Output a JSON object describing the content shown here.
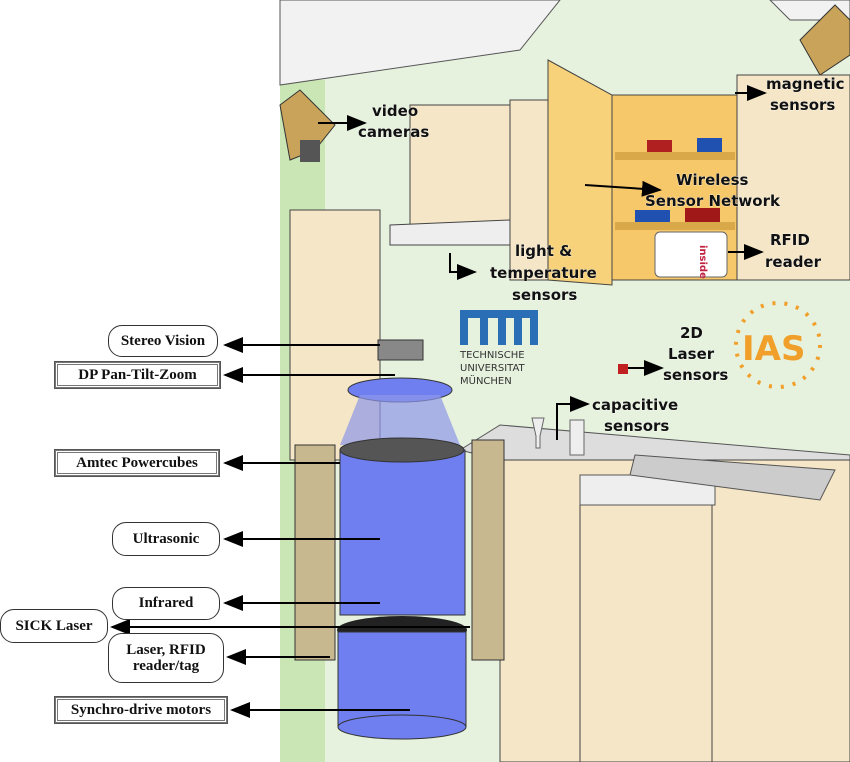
{
  "robot_labels": {
    "stereo_vision": "Stereo Vision",
    "pan_tilt_zoom": "DP Pan-Tilt-Zoom",
    "powercubes": "Amtec Powercubes",
    "ultrasonic": "Ultrasonic",
    "infrared": "Infrared",
    "sick_laser": "SICK Laser",
    "laser_rfid_1": "Laser, RFID",
    "laser_rfid_2": "reader/tag",
    "synchro_drive": "Synchro-drive motors"
  },
  "kitchen_labels": {
    "video_1": "video",
    "video_2": "cameras",
    "magnetic_1": "magnetic",
    "magnetic_2": "sensors",
    "wireless_1": "Wireless",
    "wireless_2": "Sensor Network",
    "rfid_1": "RFID",
    "rfid_2": "reader",
    "light_1": "light &",
    "light_2": "temperature",
    "light_3": "sensors",
    "laser2d_1": "2D",
    "laser2d_2": "Laser",
    "laser2d_3": "sensors",
    "capacitive_1": "capacitive",
    "capacitive_2": "sensors"
  },
  "logos": {
    "tum_1": "TECHNISCHE",
    "tum_2": "UNIVERSITAT",
    "tum_3": "MÜNCHEN",
    "ias": "IAS",
    "rfid_box": "inside"
  },
  "colors": {
    "wall": "#e6f2de",
    "cabinet": "#f4e6c6",
    "open_cabinet": "#f7d27a",
    "robot_blue": "#6f7ff0",
    "tum_blue": "#2a6fb5",
    "ias_orange": "#f0a02a"
  }
}
